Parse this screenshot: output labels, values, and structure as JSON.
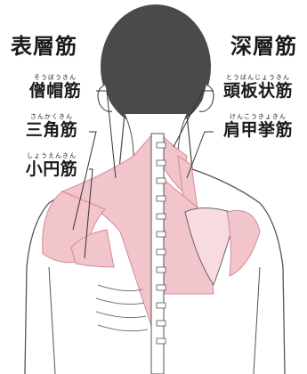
{
  "headings": {
    "left": "表層筋",
    "right": "深層筋"
  },
  "labels": {
    "trapezius": {
      "ruby": "そうぼうきん",
      "text": "僧帽筋"
    },
    "deltoid": {
      "ruby": "さんかくきん",
      "text": "三角筋"
    },
    "teres_minor": {
      "ruby": "しょうえんきん",
      "text": "小円筋"
    },
    "splenius_capitis": {
      "ruby": "とうばんじょうきん",
      "text": "頭板状筋"
    },
    "levator_scapulae": {
      "ruby": "けんこうきょきん",
      "text": "肩甲挙筋"
    }
  },
  "colors": {
    "hair": "#4a4a4a",
    "muscle": "#f2c4cc",
    "muscle_line": "#d48a98",
    "outline": "#555555",
    "text": "#1a1a1a"
  }
}
